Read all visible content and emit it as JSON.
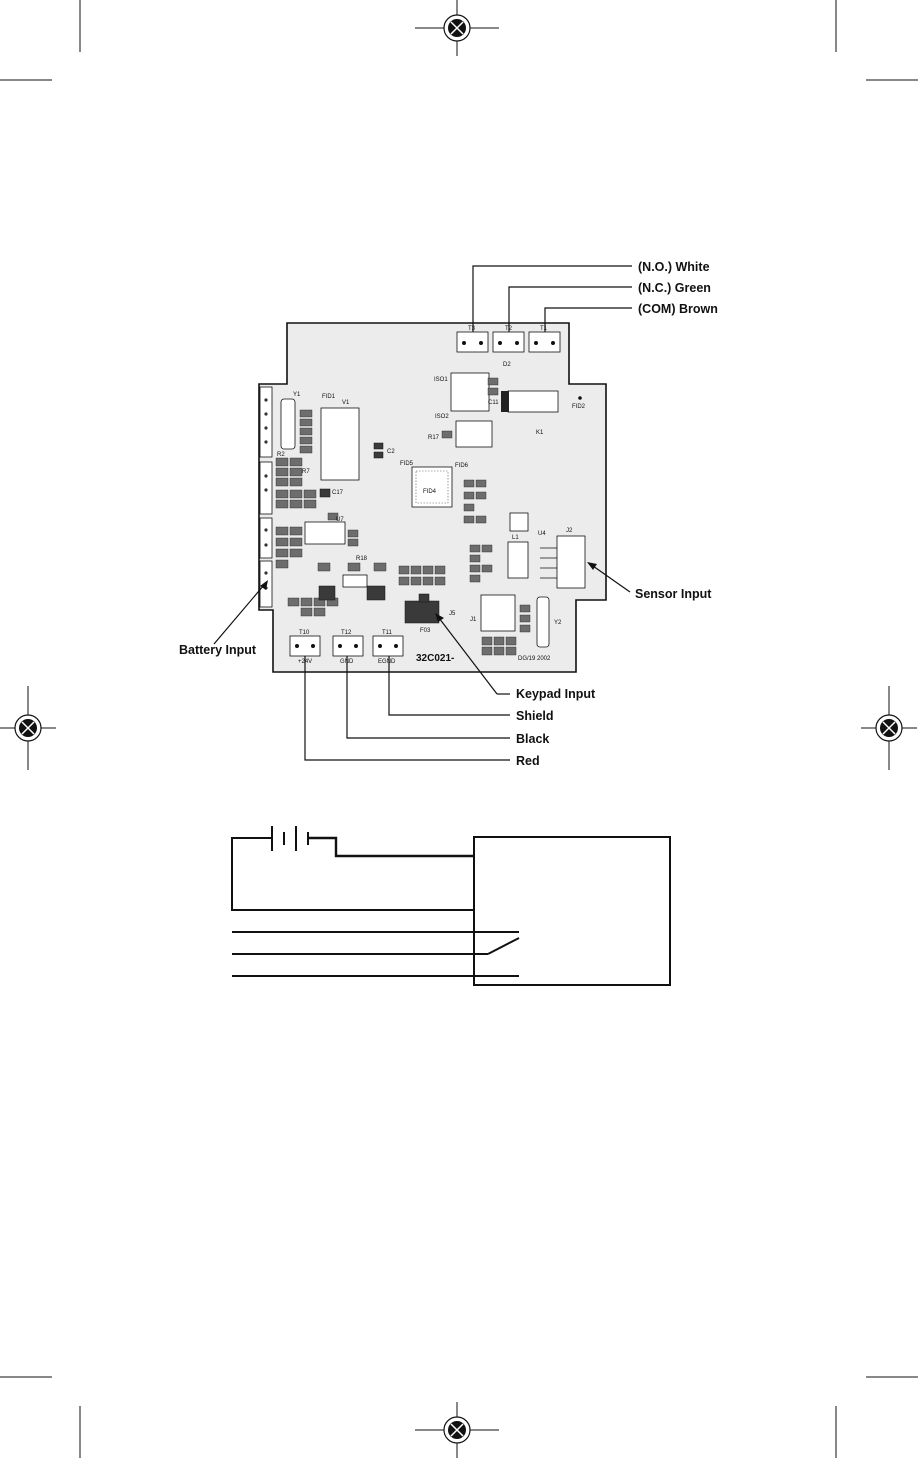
{
  "callouts": {
    "no_white": "(N.O.) White",
    "nc_green": "(N.C.) Green",
    "com_brown": "(COM) Brown",
    "sensor_input": "Sensor Input",
    "battery_input": "Battery Input",
    "keypad_input": "Keypad Input",
    "shield": "Shield",
    "black": "Black",
    "red": "Red"
  },
  "board": {
    "part_number": "32C021-",
    "date_code": "DG/19 2002",
    "relay_terminals": [
      "T3",
      "T2",
      "T1"
    ],
    "power_terminals": [
      {
        "id": "T10",
        "label": "+24V"
      },
      {
        "id": "T12",
        "label": "GND"
      },
      {
        "id": "T11",
        "label": "EGND"
      }
    ],
    "designators": {
      "y1": "Y1",
      "v1": "V1",
      "fid1": "FID1",
      "fid2": "FID2",
      "fid4": "FID4",
      "fid5": "FID5",
      "fid6": "FID6",
      "iso1": "ISO1",
      "iso2": "ISO2",
      "k1": "K1",
      "c2": "C2",
      "c17": "C17",
      "u4": "U4",
      "j2": "J2",
      "l1": "L1",
      "y2": "Y2",
      "f03": "F03",
      "j5": "J5",
      "j1": "J1",
      "c11": "C11",
      "r17": "R17",
      "d2": "D2",
      "r7": "R7"
    }
  }
}
